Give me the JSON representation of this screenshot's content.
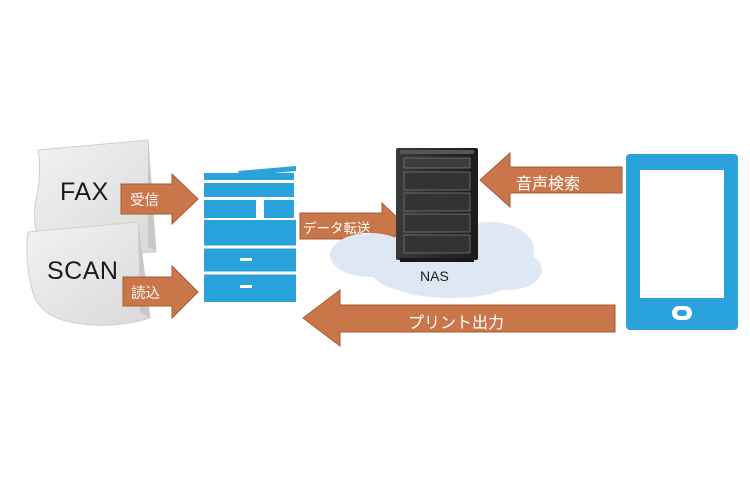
{
  "documents": {
    "fax_label": "FAX",
    "scan_label": "SCAN"
  },
  "arrows": {
    "receive_label": "受信",
    "read_label": "読込",
    "transfer_label": "データ転送",
    "voice_search_label": "音声検索",
    "print_label": "プリント出力"
  },
  "nas": {
    "label": "NAS"
  },
  "colors": {
    "arrow": "#c9764a",
    "arrow_edge": "#a95b32",
    "device_blue": "#2aa3dc",
    "server_dark": "#2b2b2b",
    "cloud": "#dde8f4",
    "paper": "#e8e8e8"
  }
}
